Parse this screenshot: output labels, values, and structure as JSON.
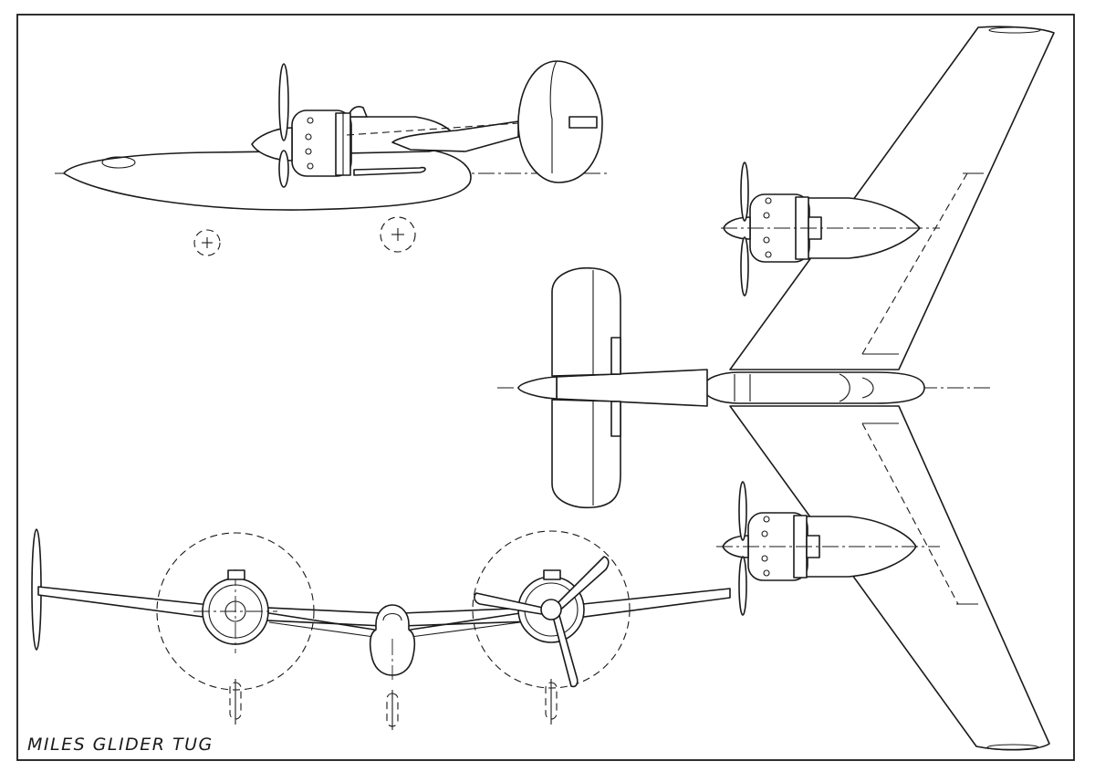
{
  "drawing": {
    "title": "MILES GLIDER TUG",
    "views": [
      "side-elevation",
      "plan-view",
      "front-elevation"
    ]
  }
}
